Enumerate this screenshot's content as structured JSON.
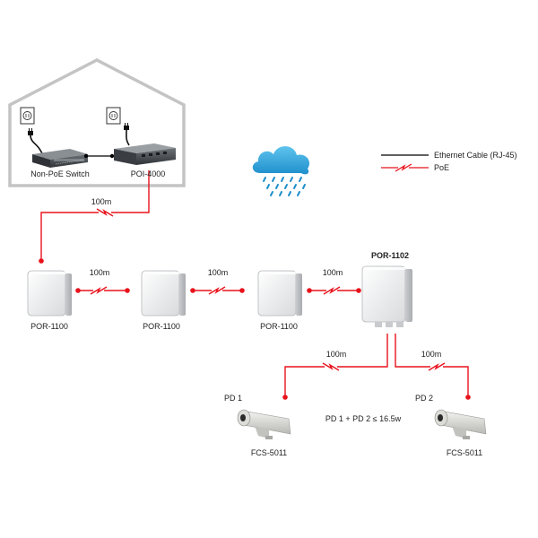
{
  "house": {
    "switch_label": "Non-PoE Switch",
    "injector_label": "POI-4000"
  },
  "legend": {
    "ethernet_label": "Ethernet Cable (RJ-45)",
    "poe_label": "PoE",
    "ethernet_color": "#000000",
    "poe_color": "#e8121c"
  },
  "links": {
    "house_to_first": "100m",
    "first_to_second": "100m",
    "second_to_third": "100m",
    "third_to_splitter": "100m",
    "splitter_to_pd1": "100m",
    "splitter_to_pd2": "100m"
  },
  "extenders": [
    {
      "model": "POR-1100"
    },
    {
      "model": "POR-1100"
    },
    {
      "model": "POR-1100"
    }
  ],
  "splitter": {
    "model": "POR-1102"
  },
  "cameras": [
    {
      "pd": "PD 1",
      "model": "FCS-5011"
    },
    {
      "pd": "PD 2",
      "model": "FCS-5011"
    }
  ],
  "power_note": "PD 1 + PD 2 ≤ 16.5w",
  "icons": [
    "outlet-icon",
    "plug-icon",
    "switch-device-icon",
    "injector-device-icon",
    "rain-cloud-icon",
    "lightning-bolt-icon",
    "extender-box-icon",
    "camera-icon"
  ]
}
